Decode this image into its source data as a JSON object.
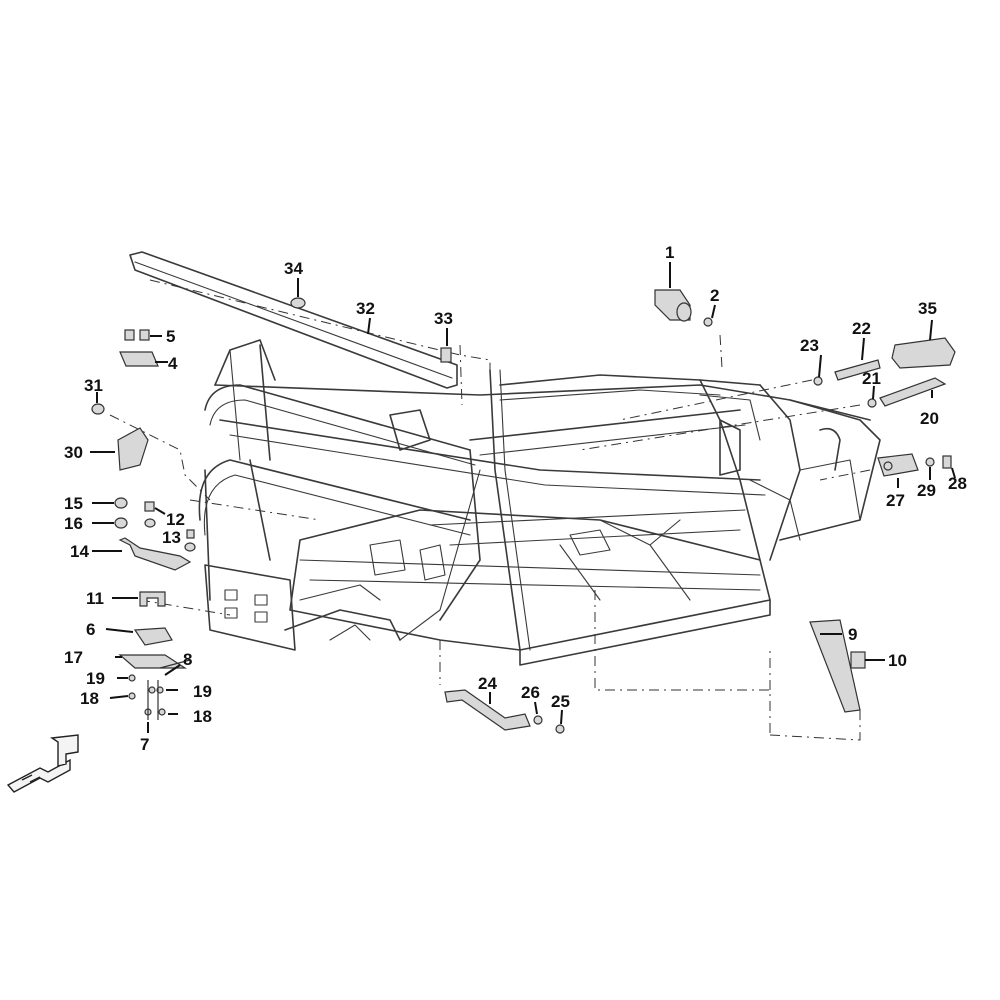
{
  "diagram": {
    "labels": [
      "1",
      "2",
      "4",
      "5",
      "6",
      "7",
      "8",
      "9",
      "10",
      "11",
      "12",
      "13",
      "14",
      "15",
      "16",
      "17",
      "18",
      "18",
      "19",
      "19",
      "20",
      "21",
      "22",
      "23",
      "24",
      "25",
      "26",
      "27",
      "28",
      "29",
      "30",
      "31",
      "32",
      "33",
      "34",
      "35"
    ]
  }
}
